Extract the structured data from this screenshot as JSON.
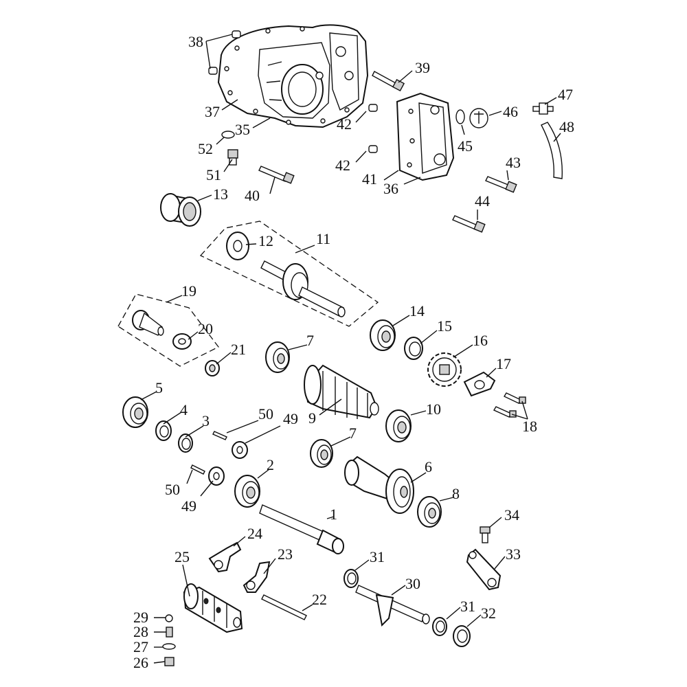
{
  "diagram": {
    "callouts": [
      {
        "id": "c1",
        "text": "1"
      },
      {
        "id": "c2",
        "text": "2"
      },
      {
        "id": "c3",
        "text": "3"
      },
      {
        "id": "c4",
        "text": "4"
      },
      {
        "id": "c5",
        "text": "5"
      },
      {
        "id": "c6",
        "text": "6"
      },
      {
        "id": "c7a",
        "text": "7"
      },
      {
        "id": "c7b",
        "text": "7"
      },
      {
        "id": "c8",
        "text": "8"
      },
      {
        "id": "c9",
        "text": "9"
      },
      {
        "id": "c10",
        "text": "10"
      },
      {
        "id": "c11",
        "text": "11"
      },
      {
        "id": "c12",
        "text": "12"
      },
      {
        "id": "c13",
        "text": "13"
      },
      {
        "id": "c14",
        "text": "14"
      },
      {
        "id": "c15",
        "text": "15"
      },
      {
        "id": "c16",
        "text": "16"
      },
      {
        "id": "c17",
        "text": "17"
      },
      {
        "id": "c18",
        "text": "18"
      },
      {
        "id": "c19",
        "text": "19"
      },
      {
        "id": "c20",
        "text": "20"
      },
      {
        "id": "c21",
        "text": "21"
      },
      {
        "id": "c22",
        "text": "22"
      },
      {
        "id": "c23",
        "text": "23"
      },
      {
        "id": "c24",
        "text": "24"
      },
      {
        "id": "c25",
        "text": "25"
      },
      {
        "id": "c26",
        "text": "26"
      },
      {
        "id": "c27",
        "text": "27"
      },
      {
        "id": "c28",
        "text": "28"
      },
      {
        "id": "c29",
        "text": "29"
      },
      {
        "id": "c30",
        "text": "30"
      },
      {
        "id": "c31a",
        "text": "31"
      },
      {
        "id": "c31b",
        "text": "31"
      },
      {
        "id": "c32",
        "text": "32"
      },
      {
        "id": "c33",
        "text": "33"
      },
      {
        "id": "c34",
        "text": "34"
      },
      {
        "id": "c35",
        "text": "35"
      },
      {
        "id": "c36",
        "text": "36"
      },
      {
        "id": "c37",
        "text": "37"
      },
      {
        "id": "c38",
        "text": "38"
      },
      {
        "id": "c39",
        "text": "39"
      },
      {
        "id": "c40",
        "text": "40"
      },
      {
        "id": "c41",
        "text": "41"
      },
      {
        "id": "c42a",
        "text": "42"
      },
      {
        "id": "c42b",
        "text": "42"
      },
      {
        "id": "c43",
        "text": "43"
      },
      {
        "id": "c44",
        "text": "44"
      },
      {
        "id": "c45",
        "text": "45"
      },
      {
        "id": "c46",
        "text": "46"
      },
      {
        "id": "c47",
        "text": "47"
      },
      {
        "id": "c48",
        "text": "48"
      },
      {
        "id": "c49a",
        "text": "49"
      },
      {
        "id": "c49b",
        "text": "49"
      },
      {
        "id": "c50a",
        "text": "50"
      },
      {
        "id": "c50b",
        "text": "50"
      },
      {
        "id": "c51",
        "text": "51"
      },
      {
        "id": "c52",
        "text": "52"
      }
    ]
  }
}
